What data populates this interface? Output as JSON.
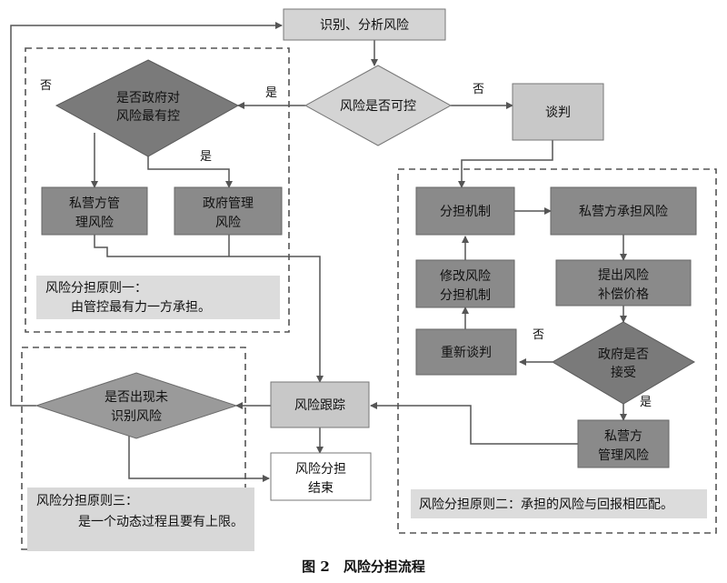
{
  "nodes": {
    "identify": "识别、分析风险",
    "controllable": "风险是否可控",
    "gov_best": [
      "是否政府对",
      "风险最有控"
    ],
    "private_manage": [
      "私营方管",
      "理风险"
    ],
    "gov_manage": [
      "政府管理",
      "风险"
    ],
    "negotiate": "谈判",
    "share_mech": "分担机制",
    "private_bear": "私营方承担风险",
    "modify_mech": [
      "修改风险",
      "分担机制"
    ],
    "compensation": [
      "提出风险",
      "补偿价格"
    ],
    "renegotiate": "重新谈判",
    "gov_accept": [
      "政府是否",
      "接受"
    ],
    "private_manage2": [
      "私营方",
      "管理风险"
    ],
    "tracking": "风险跟踪",
    "unidentified": [
      "是否出现未",
      "识别风险"
    ],
    "end": [
      "风险分担",
      "结束"
    ]
  },
  "labels": {
    "yes": "是",
    "no": "否"
  },
  "principles": {
    "p1": [
      "风险分担原则一：",
      "由管控最有力一方承担。"
    ],
    "p2": "风险分担原则二：承担的风险与回报相匹配。",
    "p3": [
      "风险分担原则三：",
      "是一个动态过程且要有上限。"
    ]
  },
  "caption": "图 2　风险分担流程"
}
